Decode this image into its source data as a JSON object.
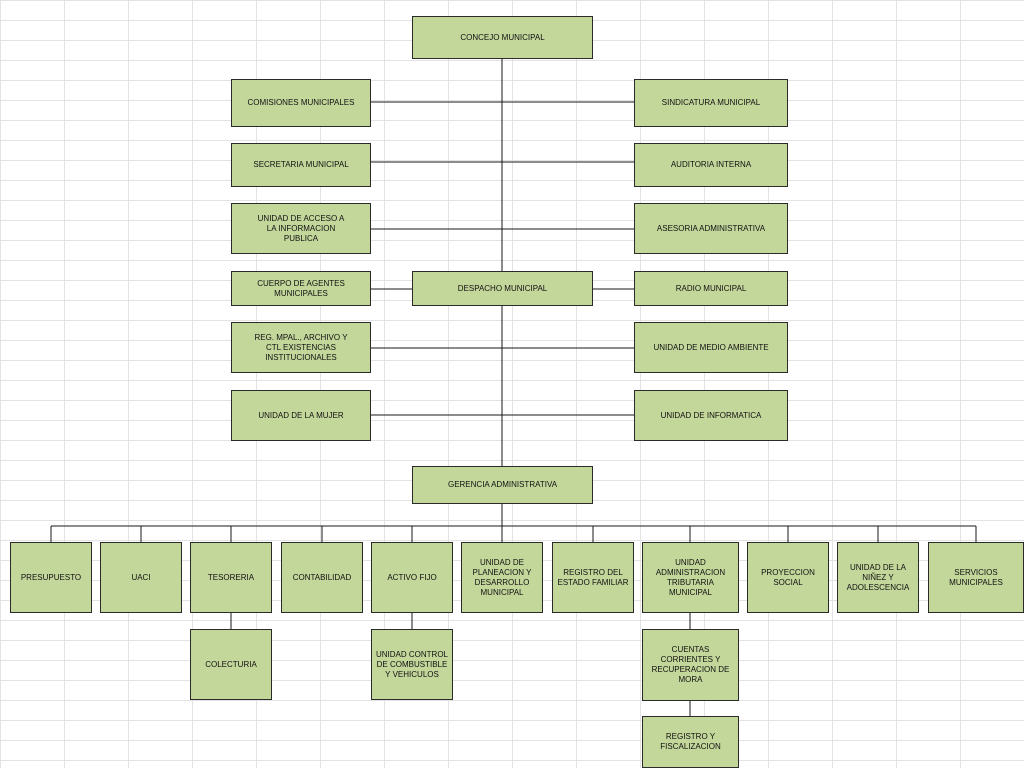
{
  "colors": {
    "box_fill": "#c4d79b",
    "box_border": "#2b2b2b",
    "line": "#1a1a1a",
    "grid": "#e3e3e3"
  },
  "org": {
    "concejo": "CONCEJO MUNICIPAL",
    "comisiones": "COMISIONES MUNICIPALES",
    "sindicatura": "SINDICATURA MUNICIPAL",
    "secretaria": "SECRETARIA MUNICIPAL",
    "auditoria": "AUDITORIA INTERNA",
    "acceso_info": "UNIDAD DE ACCESO A LA INFORMACION PUBLICA",
    "asesoria": "ASESORIA ADMINISTRATIVA",
    "cuerpo_agentes": "CUERPO DE AGENTES MUNICIPALES",
    "despacho": "DESPACHO MUNICIPAL",
    "radio": "RADIO MUNICIPAL",
    "registro_archivo": "REG. MPAL., ARCHIVO Y CTL EXISTENCIAS INSTITUCIONALES",
    "medio_ambiente": "UNIDAD DE MEDIO AMBIENTE",
    "mujer": "UNIDAD DE LA MUJER",
    "informatica": "UNIDAD DE INFORMATICA",
    "gerencia": "GERENCIA ADMINISTRATIVA",
    "presupuesto": "PRESUPUESTO",
    "uaci": "UACI",
    "tesoreria": "TESORERIA",
    "contabilidad": "CONTABILIDAD",
    "activo_fijo": "ACTIVO FIJO",
    "planeacion": "UNIDAD DE PLANEACION Y DESARROLLO MUNICIPAL",
    "registro_familiar": "REGISTRO DEL ESTADO FAMILIAR",
    "uatm": "UNIDAD ADMINISTRACION TRIBUTARIA MUNICIPAL",
    "proyeccion_social": "PROYECCION SOCIAL",
    "ninez": "UNIDAD DE LA NIÑEZ Y ADOLESCENCIA",
    "servicios": "SERVICIOS MUNICIPALES",
    "colecturia": "COLECTURIA",
    "control_combustible": "UNIDAD CONTROL DE COMBUSTIBLE Y VEHICULOS",
    "cuentas_corrientes": "CUENTAS CORRIENTES Y RECUPERACION DE MORA",
    "registro_fiscalizacion": "REGISTRO Y FISCALIZACION"
  }
}
